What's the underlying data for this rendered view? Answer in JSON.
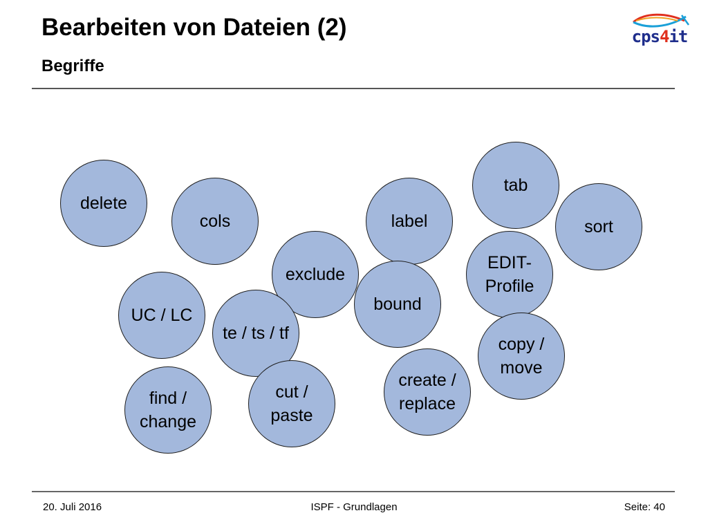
{
  "slide": {
    "title": "Bearbeiten von Dateien (2)",
    "subtitle": "Begriffe"
  },
  "logo": {
    "text_prefix": "cps",
    "text_digit": "4",
    "text_suffix": "it",
    "colors": {
      "text": "#1f2e8c",
      "digit": "#e0301e",
      "swoosh_a": "#e0301e",
      "swoosh_b": "#1aa0d8",
      "swoosh_c": "#f0a020"
    }
  },
  "bubble_color": "#a3b8dc",
  "terms": [
    "delete",
    "cols",
    "label",
    "tab",
    "sort",
    "exclude",
    "EDIT-\nProfile",
    "bound",
    "UC / LC",
    "te / ts / tf",
    "copy /\nmove",
    "create /\nreplace",
    "find /\nchange",
    "cut /\npaste"
  ],
  "footer": {
    "date": "20. Juli 2016",
    "course": "ISPF - Grundlagen",
    "page": "Seite: 40"
  }
}
